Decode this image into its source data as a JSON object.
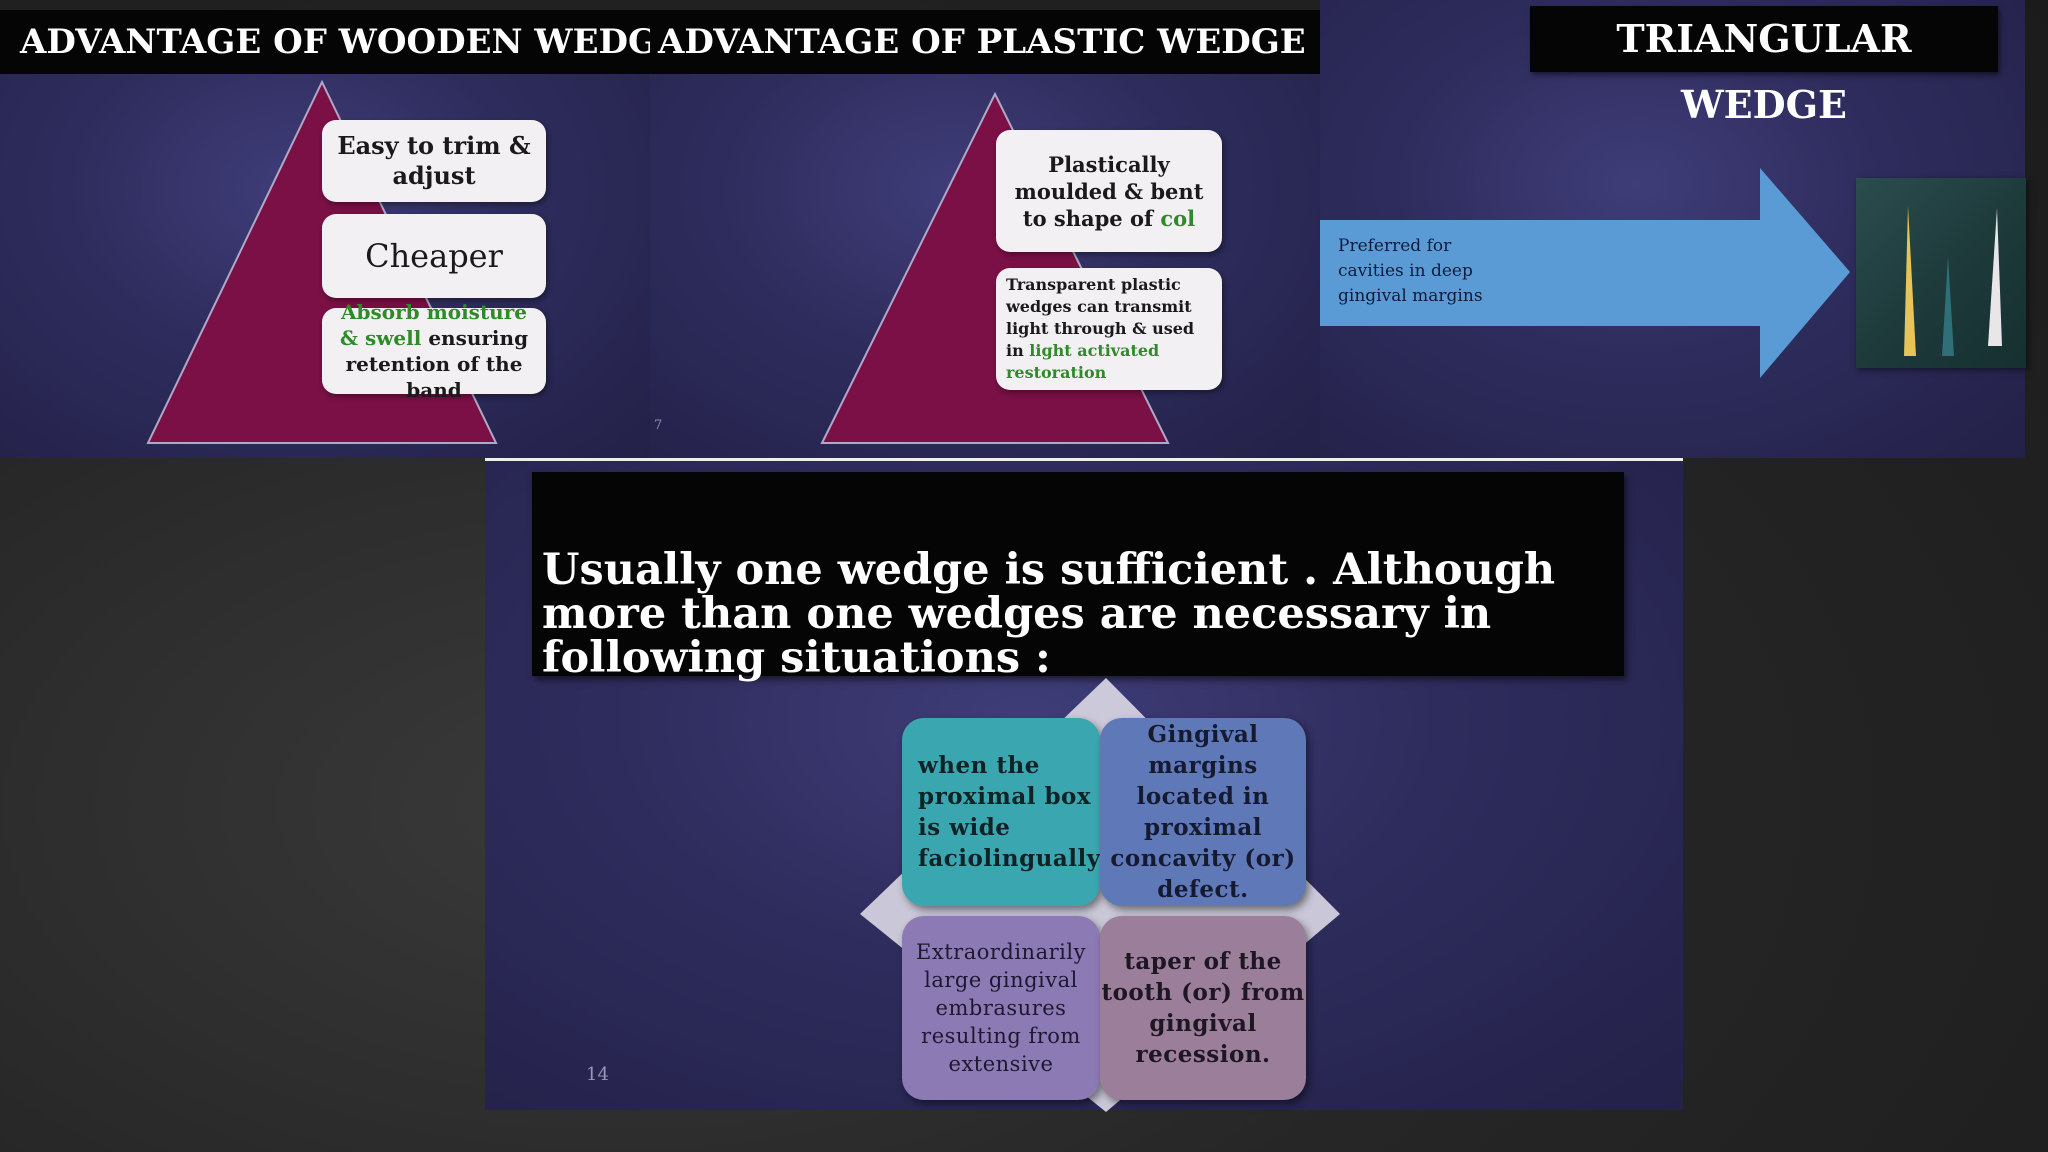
{
  "slide1": {
    "title": "ADVANTAGE OF WOODEN WEDGE",
    "box1": "Easy to trim & adjust",
    "box2": "Cheaper",
    "box3_green": "Absorb moisture & swell",
    "box3_rest": " ensuring retention of the band"
  },
  "slide2": {
    "title": "ADVANTAGE OF PLASTIC  WEDGE",
    "box1_main": "Plastically moulded & bent to shape of ",
    "box1_green": "col",
    "box2_main": "Transparent plastic wedges can transmit light through & used in ",
    "box2_green": "light activated restoration",
    "page_number": "7"
  },
  "slide3": {
    "title": "TRIANGULAR WEDGE",
    "arrow_text": "Preferred for cavities in deep gingival margins"
  },
  "slide4": {
    "heading": "Usually one wedge is sufficient . Although more than one wedges are necessary in following situations :",
    "tile_top_left": "when the proximal box is wide faciolingually",
    "tile_top_right": "Gingival margins located in proximal concavity  (or) defect.",
    "tile_bottom_left": "Extraordinarily large gingival embrasures resulting from extensive",
    "tile_bottom_right": "taper of the tooth  (or) from gingival recession.",
    "page_number": "14"
  },
  "colors": {
    "triangle": "#7a1045",
    "arrow": "#5b9bd5",
    "tile_teal": "#3aa7b0",
    "tile_blue": "#5f78b8",
    "tile_purple": "#8c7ab5",
    "tile_mauve": "#9a7e9a"
  }
}
